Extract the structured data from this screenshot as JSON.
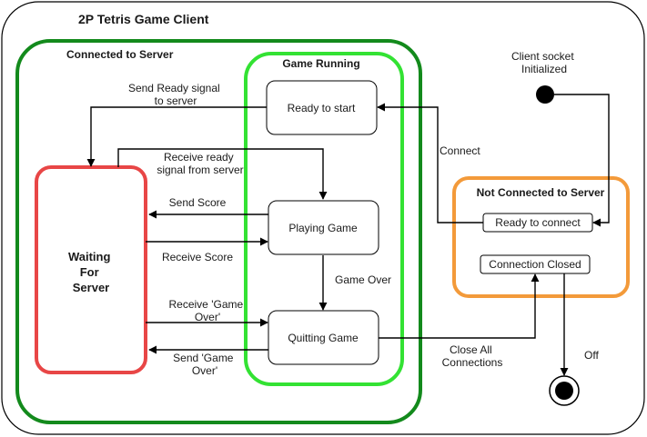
{
  "title": "2P Tetris Game Client",
  "groups": {
    "connected": {
      "label": "Connected to Server",
      "color": "#138a1c"
    },
    "game_running": {
      "label": "Game Running",
      "color": "#33e233"
    },
    "waiting": {
      "label_lines": [
        "Waiting",
        "For",
        "Server"
      ],
      "color": "#e84646"
    },
    "not_connected": {
      "label": "Not Connected to Server",
      "color": "#f39a3a"
    }
  },
  "states": {
    "ready_to_start": "Ready to start",
    "playing_game": "Playing Game",
    "quitting_game": "Quitting Game",
    "ready_to_connect": "Ready to connect",
    "connection_closed": "Connection Closed"
  },
  "labels": {
    "client_socket": [
      "Client socket",
      "Initialized"
    ],
    "connect": "Connect",
    "send_ready": [
      "Send Ready signal",
      "to server"
    ],
    "receive_ready": [
      "Receive ready",
      "signal from server"
    ],
    "send_score": "Send Score",
    "receive_score": "Receive Score",
    "game_over": "Game Over",
    "receive_game_over": [
      "Receive 'Game",
      "Over'"
    ],
    "send_game_over": [
      "Send 'Game",
      "Over'"
    ],
    "close_all": [
      "Close All",
      "Connections"
    ],
    "off": "Off"
  }
}
